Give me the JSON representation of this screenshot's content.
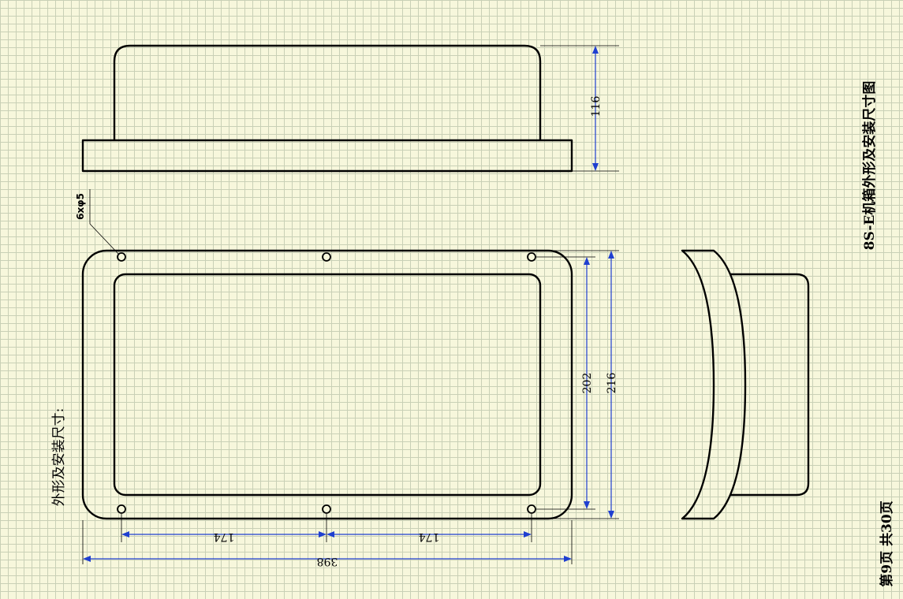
{
  "drawing": {
    "title": "8S-E机箱外形及安装尺寸图",
    "section_label": "外形及安装尺寸:",
    "page_info": "第9页 共30页",
    "hole_callout": "6xφ5"
  },
  "dimensions": {
    "box_height": "116",
    "inner_height": "202",
    "outer_height": "216",
    "hole_spacing_left": "174",
    "hole_spacing_right": "174",
    "overall_width": "398"
  },
  "colors": {
    "background": "#f7f7dc",
    "grid": "#c9d0b6",
    "dimension_line": "#1f3fd0"
  }
}
